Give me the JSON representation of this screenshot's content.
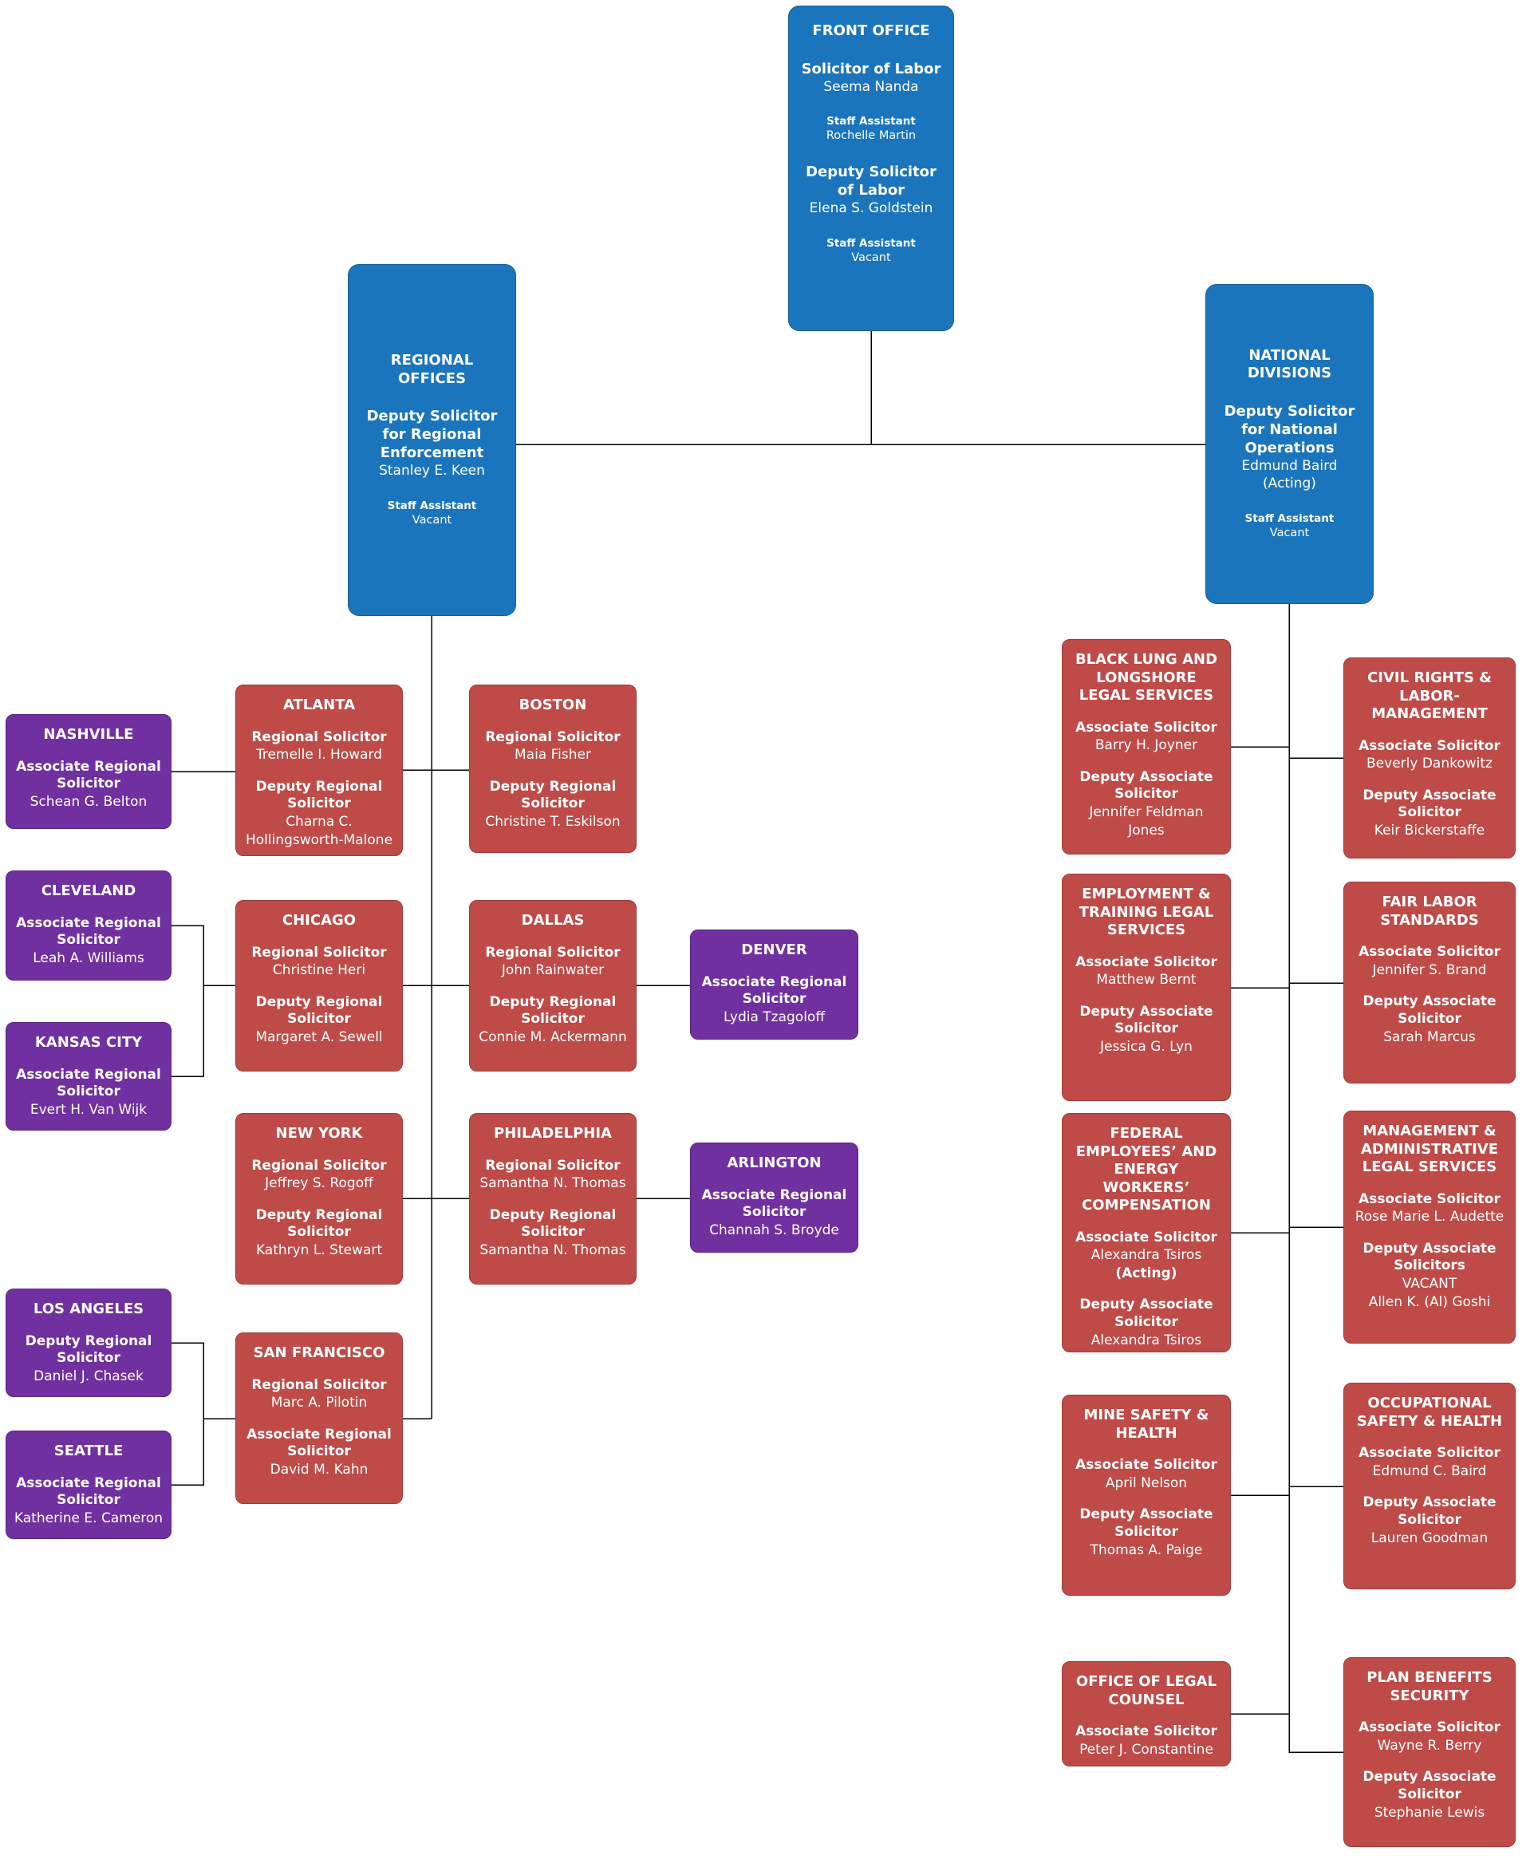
{
  "colors": {
    "blue": "#1B75BC",
    "red": "#BE4B48",
    "purple": "#7030A0",
    "line": "#000000"
  },
  "boxes": {
    "front_office": {
      "title": "FRONT OFFICE",
      "entries": [
        {
          "role": "Solicitor of Labor",
          "name": "Seema Nanda"
        },
        {
          "role": "Staff Assistant",
          "name": "Rochelle Martin"
        },
        {
          "role": "Deputy Solicitor of Labor",
          "name": "Elena S. Goldstein"
        },
        {
          "role": "Staff Assistant",
          "name": "Vacant"
        }
      ]
    },
    "regional_offices": {
      "title": "REGIONAL OFFICES",
      "entries": [
        {
          "role": "Deputy Solicitor for Regional Enforcement",
          "name": "Stanley E. Keen"
        },
        {
          "role": "Staff Assistant",
          "name": "Vacant"
        }
      ]
    },
    "national_divisions": {
      "title": "NATIONAL DIVISIONS",
      "entries": [
        {
          "role": "Deputy Solicitor for National Operations",
          "name": "Edmund Baird",
          "name2": "(Acting)"
        },
        {
          "role": "Staff Assistant",
          "name": "Vacant"
        }
      ]
    },
    "atlanta": {
      "title": "ATLANTA",
      "entries": [
        {
          "role": "Regional Solicitor",
          "name": "Tremelle I. Howard"
        },
        {
          "role": "Deputy Regional Solicitor",
          "name": "Charna C. Hollingsworth-Malone"
        }
      ]
    },
    "boston": {
      "title": "BOSTON",
      "entries": [
        {
          "role": "Regional Solicitor",
          "name": "Maia Fisher"
        },
        {
          "role": "Deputy Regional Solicitor",
          "name": "Christine T. Eskilson"
        }
      ]
    },
    "chicago": {
      "title": "CHICAGO",
      "entries": [
        {
          "role": "Regional Solicitor",
          "name": "Christine Heri"
        },
        {
          "role": "Deputy Regional Solicitor",
          "name": "Margaret A. Sewell"
        }
      ]
    },
    "dallas": {
      "title": "DALLAS",
      "entries": [
        {
          "role": "Regional Solicitor",
          "name": "John Rainwater"
        },
        {
          "role": "Deputy Regional Solicitor",
          "name": "Connie M. Ackermann"
        }
      ]
    },
    "new_york": {
      "title": "NEW YORK",
      "entries": [
        {
          "role": "Regional Solicitor",
          "name": "Jeffrey S. Rogoff"
        },
        {
          "role": "Deputy Regional Solicitor",
          "name": "Kathryn L. Stewart"
        }
      ]
    },
    "philadelphia": {
      "title": "PHILADELPHIA",
      "entries": [
        {
          "role": "Regional Solicitor",
          "name": "Samantha N. Thomas"
        },
        {
          "role": "Deputy Regional Solicitor",
          "name": "Samantha N. Thomas"
        }
      ]
    },
    "san_francisco": {
      "title": "SAN FRANCISCO",
      "entries": [
        {
          "role": "Regional Solicitor",
          "name": "Marc A. Pilotin"
        },
        {
          "role": "Associate Regional Solicitor",
          "name": "David M. Kahn"
        }
      ]
    },
    "nashville": {
      "title": "NASHVILLE",
      "entries": [
        {
          "role": "Associate Regional Solicitor",
          "name": "Schean G. Belton"
        }
      ]
    },
    "cleveland": {
      "title": "CLEVELAND",
      "entries": [
        {
          "role": "Associate Regional Solicitor",
          "name": "Leah A. Williams"
        }
      ]
    },
    "kansas_city": {
      "title": "KANSAS CITY",
      "entries": [
        {
          "role": "Associate Regional Solicitor",
          "name": "Evert H. Van Wijk"
        }
      ]
    },
    "los_angeles": {
      "title": "LOS ANGELES",
      "entries": [
        {
          "role": "Deputy Regional Solicitor",
          "name": "Daniel J. Chasek"
        }
      ]
    },
    "seattle": {
      "title": "SEATTLE",
      "entries": [
        {
          "role": "Associate Regional Solicitor",
          "name": "Katherine E. Cameron"
        }
      ]
    },
    "denver": {
      "title": "DENVER",
      "entries": [
        {
          "role": "Associate Regional Solicitor",
          "name": "Lydia Tzagoloff"
        }
      ]
    },
    "arlington": {
      "title": "ARLINGTON",
      "entries": [
        {
          "role": "Associate Regional Solicitor",
          "name": "Channah S. Broyde"
        }
      ]
    },
    "black_lung": {
      "title": "BLACK LUNG AND LONGSHORE LEGAL SERVICES",
      "entries": [
        {
          "role": "Associate Solicitor",
          "name": "Barry H. Joyner"
        },
        {
          "role": "Deputy Associate Solicitor",
          "name": "Jennifer Feldman Jones"
        }
      ]
    },
    "employment": {
      "title": "EMPLOYMENT & TRAINING LEGAL SERVICES",
      "entries": [
        {
          "role": "Associate Solicitor",
          "name": "Matthew Bernt"
        },
        {
          "role": "Deputy Associate Solicitor",
          "name": "Jessica G. Lyn"
        }
      ]
    },
    "federal_employees": {
      "title": "FEDERAL EMPLOYEES’ AND ENERGY WORKERS’ COMPENSATION",
      "entries": [
        {
          "role": "Associate Solicitor",
          "name": "Alexandra Tsiros",
          "name2": "(Acting)"
        },
        {
          "role": "Deputy Associate Solicitor",
          "name": "Alexandra Tsiros"
        }
      ]
    },
    "mine_safety": {
      "title": "MINE SAFETY & HEALTH",
      "entries": [
        {
          "role": "Associate Solicitor",
          "name": "April Nelson"
        },
        {
          "role": "Deputy Associate Solicitor",
          "name": "Thomas A. Paige"
        }
      ]
    },
    "legal_counsel": {
      "title": "OFFICE OF LEGAL COUNSEL",
      "entries": [
        {
          "role": "Associate Solicitor",
          "name": "Peter J. Constantine"
        }
      ]
    },
    "civil_rights": {
      "title": "CIVIL RIGHTS & LABOR-MANAGEMENT",
      "entries": [
        {
          "role": "Associate Solicitor",
          "name": "Beverly Dankowitz"
        },
        {
          "role": "Deputy Associate Solicitor",
          "name": "Keir Bickerstaffe"
        }
      ]
    },
    "fair_labor": {
      "title": "FAIR LABOR STANDARDS",
      "entries": [
        {
          "role": "Associate Solicitor",
          "name": "Jennifer S. Brand"
        },
        {
          "role": "Deputy Associate Solicitor",
          "name": "Sarah Marcus"
        }
      ]
    },
    "management": {
      "title": "MANAGEMENT & ADMINISTRATIVE LEGAL SERVICES",
      "entries": [
        {
          "role": "Associate Solicitor",
          "name": "Rose Marie L. Audette"
        },
        {
          "role": "Deputy Associate Solicitors",
          "name": "VACANT",
          "name2": "Allen K. (Al) Goshi"
        }
      ]
    },
    "osh": {
      "title": "OCCUPATIONAL SAFETY & HEALTH",
      "entries": [
        {
          "role": "Associate Solicitor",
          "name": "Edmund C. Baird"
        },
        {
          "role": "Deputy Associate Solicitor",
          "name": "Lauren Goodman"
        }
      ]
    },
    "plan_benefits": {
      "title": "PLAN BENEFITS SECURITY",
      "entries": [
        {
          "role": "Associate Solicitor",
          "name": "Wayne R. Berry"
        },
        {
          "role": "Deputy Associate Solicitor",
          "name": "Stephanie Lewis"
        }
      ]
    }
  }
}
